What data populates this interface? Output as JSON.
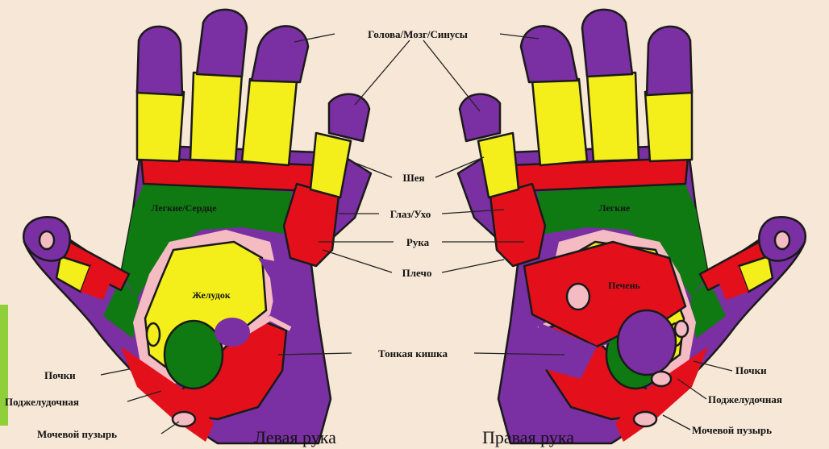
{
  "colors": {
    "background": "#f6e7d6",
    "purple": "#7a2fa2",
    "yellow": "#f4ef1a",
    "red": "#e3101c",
    "green": "#0f7a12",
    "pink": "#f4bcc2",
    "outline": "#1a1a1a"
  },
  "labels": {
    "head": "Голова/Мозг/Синусы",
    "neck": "Шея",
    "eye_ear": "Глаз/Ухо",
    "arm": "Рука",
    "shoulder": "Плечо",
    "small_intestine": "Тонкая кишка",
    "kidneys_left": "Почки",
    "pancreas_left": "Поджелудочная",
    "bladder_left": "Мочевой пузырь",
    "kidneys_right": "Почки",
    "pancreas_right": "Поджелудочная",
    "bladder_right": "Мочевой пузырь"
  },
  "zones": {
    "left_lungs_heart": "Легкие/Сердце",
    "left_stomach": "Желудок",
    "right_lungs": "Легкие",
    "right_liver": "Печень"
  },
  "captions": {
    "left": "Левая рука",
    "right": "Правая рука"
  }
}
